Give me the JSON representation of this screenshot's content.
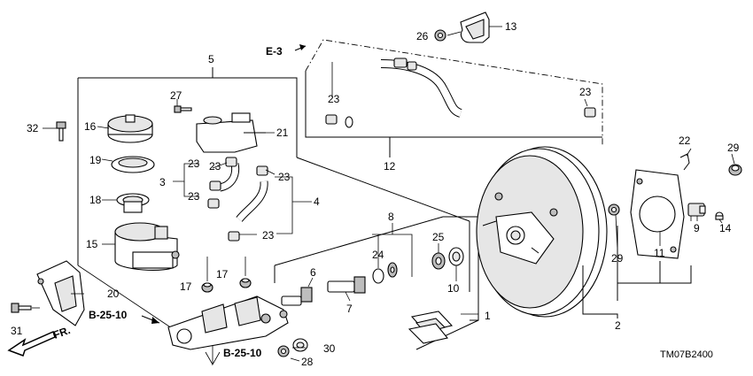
{
  "diagram": {
    "callouts": {
      "c1": "1",
      "c2": "2",
      "c3": "3",
      "c4": "4",
      "c5": "5",
      "c6": "6",
      "c7": "7",
      "c8": "8",
      "c9": "9",
      "c10": "10",
      "c11": "11",
      "c12": "12",
      "c13": "13",
      "c14": "14",
      "c15": "15",
      "c16": "16",
      "c17a": "17",
      "c17b": "17",
      "c18": "18",
      "c19": "19",
      "c20": "20",
      "c21": "21",
      "c22": "22",
      "c23a": "23",
      "c23b": "23",
      "c23c": "23",
      "c23d": "23",
      "c23e": "23",
      "c23f": "23",
      "c23g": "23",
      "c24": "24",
      "c25": "25",
      "c26": "26",
      "c27": "27",
      "c28": "28",
      "c29a": "29",
      "c29b": "29",
      "c30": "30",
      "c31": "31",
      "c32": "32"
    },
    "refs": {
      "e3": "E-3",
      "b2510a": "B-25-10",
      "b2510b": "B-25-10",
      "fr": "FR."
    },
    "drawing_code": "TM07B2400"
  },
  "colors": {
    "ink": "#000000",
    "background": "#ffffff",
    "shade": "#bdbdbd"
  }
}
